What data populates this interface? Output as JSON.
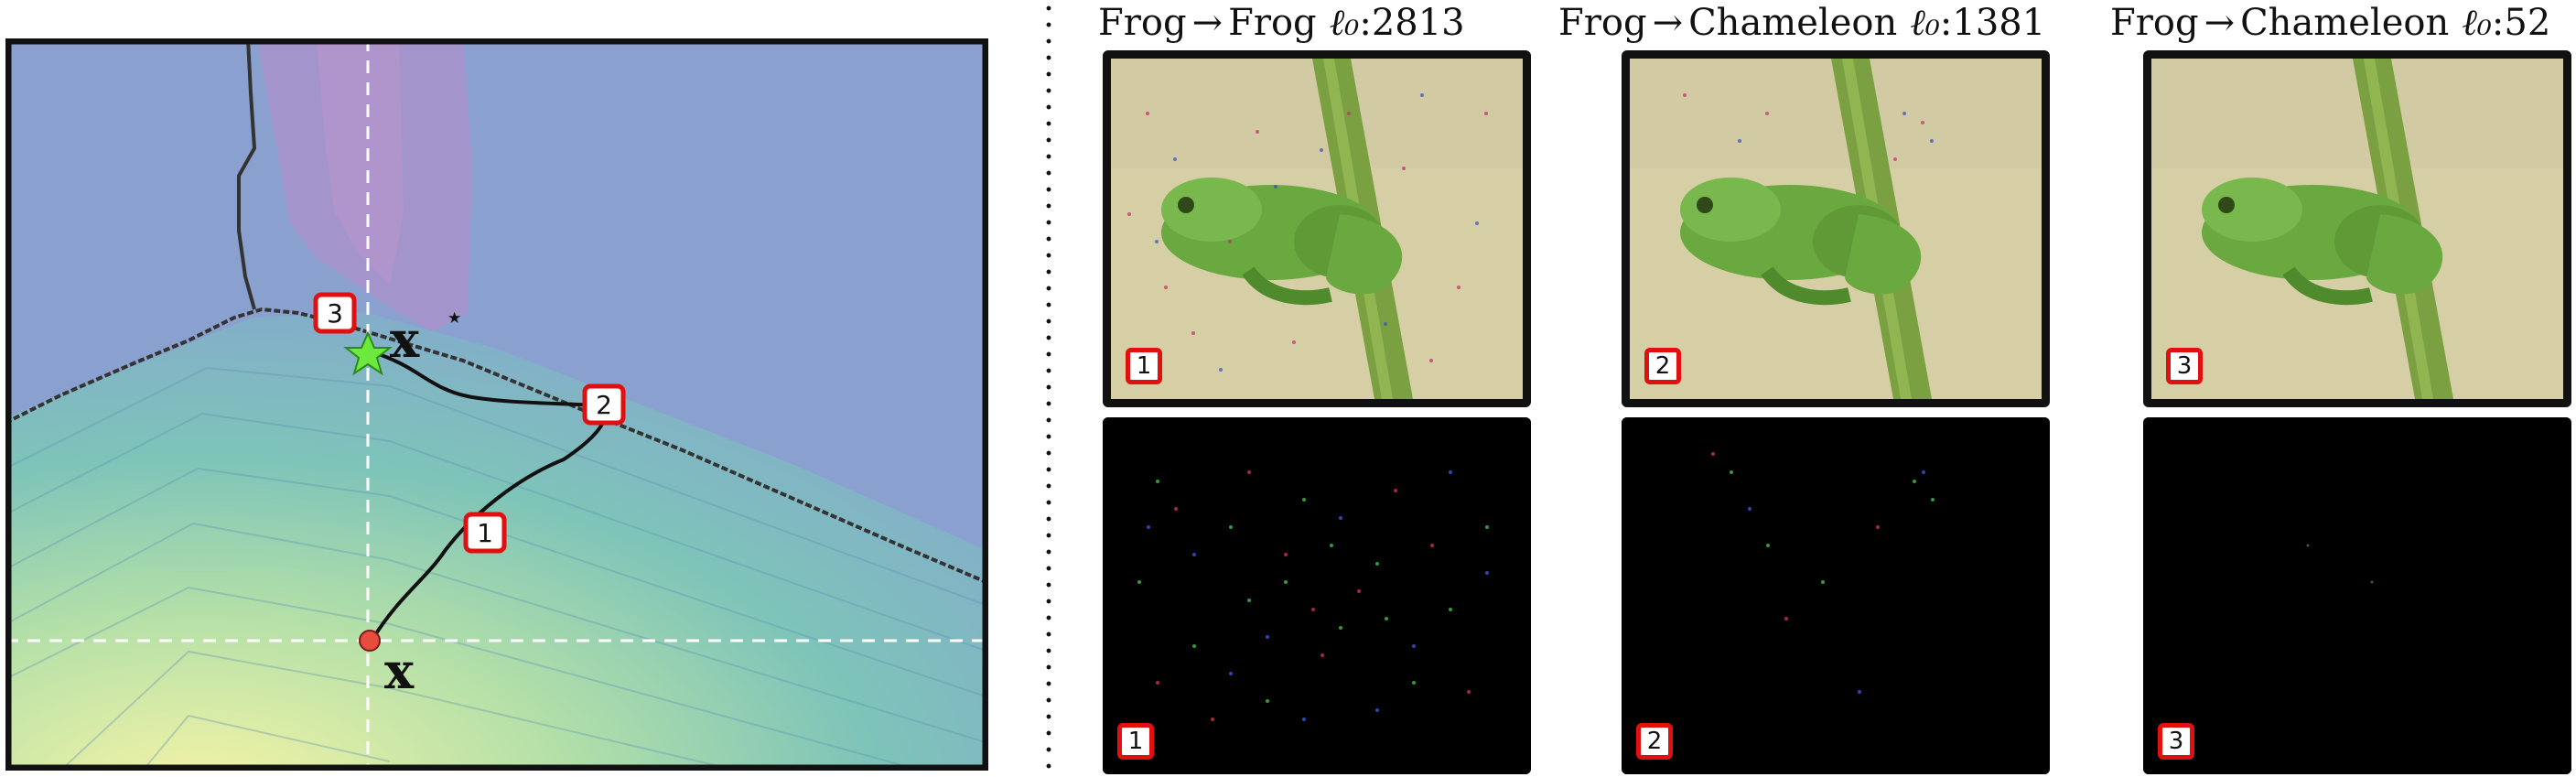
{
  "columns": [
    {
      "id": 1,
      "source": "Frog",
      "target": "Frog",
      "arrow": "→",
      "norm_label": "ℓ₀",
      "norm_value": "2813",
      "badge": "1"
    },
    {
      "id": 2,
      "source": "Frog",
      "target": "Chameleon",
      "arrow": "→",
      "norm_label": "ℓ₀",
      "norm_value": "1381",
      "badge": "2"
    },
    {
      "id": 3,
      "source": "Frog",
      "target": "Chameleon",
      "arrow": "→",
      "norm_label": "ℓ₀",
      "norm_value": "52",
      "badge": "3"
    }
  ],
  "left_panel": {
    "step_badges": [
      "1",
      "2",
      "3"
    ],
    "label_x": "x",
    "label_xstar": "x",
    "label_star": "⋆"
  },
  "colors": {
    "boundary_region": "#8aa0cf",
    "purple_band": "#a891cb",
    "heat_low": "#f5f3a8",
    "heat_mid": "#7cc5b6",
    "badge_red": "#e01010",
    "star_green": "#6bea3d"
  }
}
